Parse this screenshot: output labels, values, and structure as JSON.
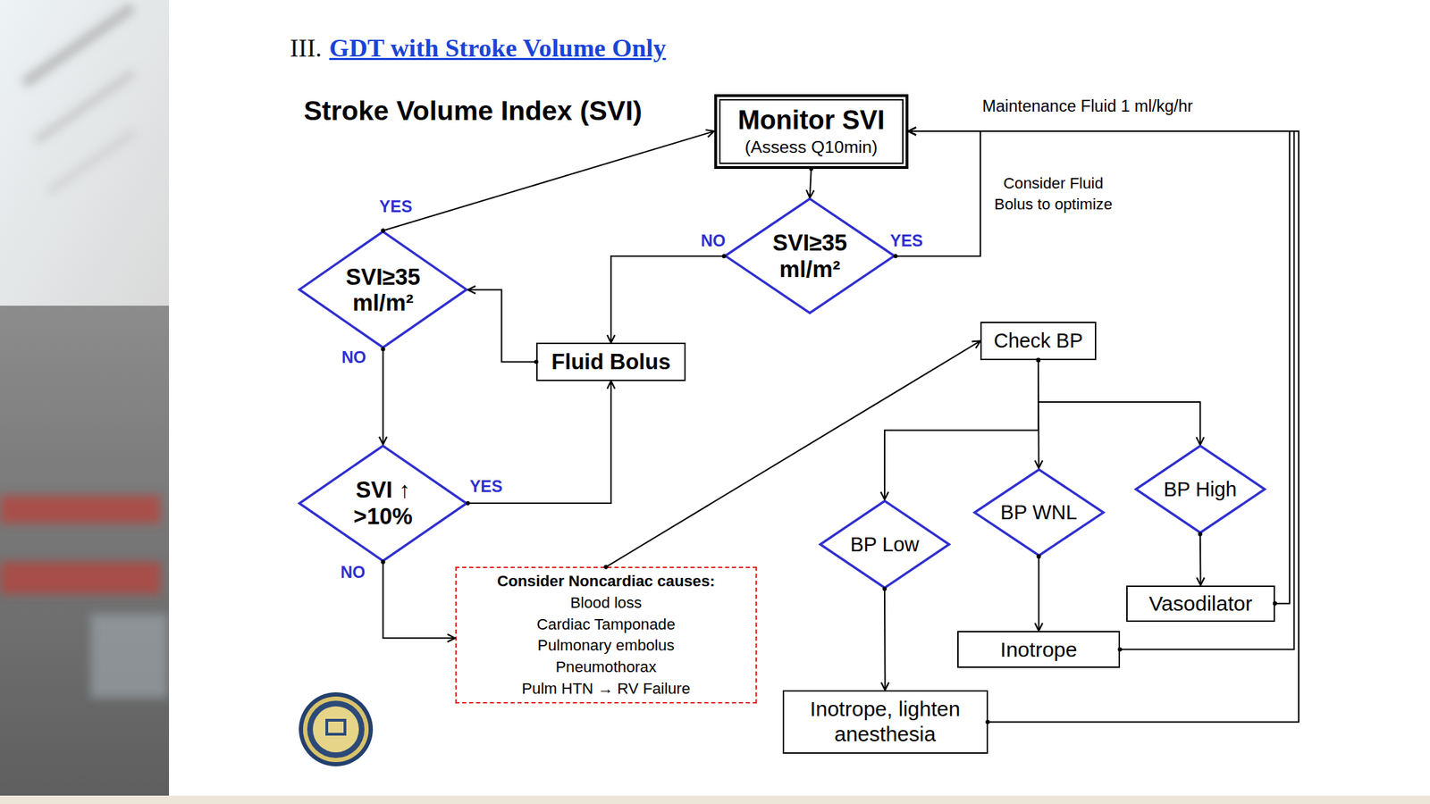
{
  "diagram": {
    "title": "GDT with Stroke Volume Only",
    "nodes": [
      {
        "text": [
          "Monitor SVI",
          "(Assess Q10min)"
        ]
      },
      {
        "text": [
          "SVI≥35 ml/m²"
        ]
      },
      {
        "text": [
          "SVI≥35 ml/m²"
        ]
      },
      {
        "text": [
          "Fluid Bolus"
        ]
      },
      {
        "text": [
          "SVI ↑ >10%"
        ]
      },
      {
        "text": [
          "Consider Noncardiac causes:",
          "Blood loss",
          "Cardiac Tamponade",
          "Pulmonary embolus",
          "Pneumothorax",
          "Pulm HTN → RV Failure"
        ]
      },
      {
        "text": [
          "Check BP"
        ]
      },
      {
        "text": [
          "BP Low"
        ]
      },
      {
        "text": [
          "BP WNL"
        ]
      },
      {
        "text": [
          "BP High"
        ]
      },
      {
        "text": [
          "Vasodilator"
        ]
      },
      {
        "text": [
          "Inotrope"
        ]
      },
      {
        "text": [
          "Inotrope, lighten anesthesia"
        ]
      }
    ],
    "edges": [
      {
        "from": 0,
        "to": 1,
        "arrow": "to"
      },
      {
        "from": 1,
        "to": 3,
        "label": "NO",
        "arrow": "to"
      },
      {
        "from": 1,
        "to": 0,
        "label": "YES",
        "arrow": "to"
      },
      {
        "from": 3,
        "to": 2,
        "arrow": "to"
      },
      {
        "from": 2,
        "to": 0,
        "label": "YES",
        "arrow": "to"
      },
      {
        "from": 2,
        "to": 4,
        "label": "NO",
        "arrow": "to"
      },
      {
        "from": 4,
        "to": 3,
        "label": "YES",
        "arrow": "to"
      },
      {
        "from": 4,
        "to": 5,
        "label": "NO",
        "arrow": "to"
      },
      {
        "from": 5,
        "to": 6,
        "arrow": "to"
      },
      {
        "from": 6,
        "to": 7,
        "arrow": "to"
      },
      {
        "from": 6,
        "to": 8,
        "arrow": "to"
      },
      {
        "from": 6,
        "to": 9,
        "arrow": "to"
      },
      {
        "from": 7,
        "to": 12,
        "arrow": "to"
      },
      {
        "from": 8,
        "to": 11,
        "arrow": "to"
      },
      {
        "from": 9,
        "to": 10,
        "arrow": "to"
      },
      {
        "from": 10,
        "to": 0,
        "arrow": "to"
      },
      {
        "from": 11,
        "to": 0,
        "arrow": "to"
      },
      {
        "from": 12,
        "to": 0,
        "arrow": "to"
      }
    ],
    "labels": [
      "III.",
      "Stroke Volume Index (SVI)",
      "Maintenance Fluid 1 ml/kg/hr",
      "Consider Fluid Bolus to optimize"
    ]
  }
}
